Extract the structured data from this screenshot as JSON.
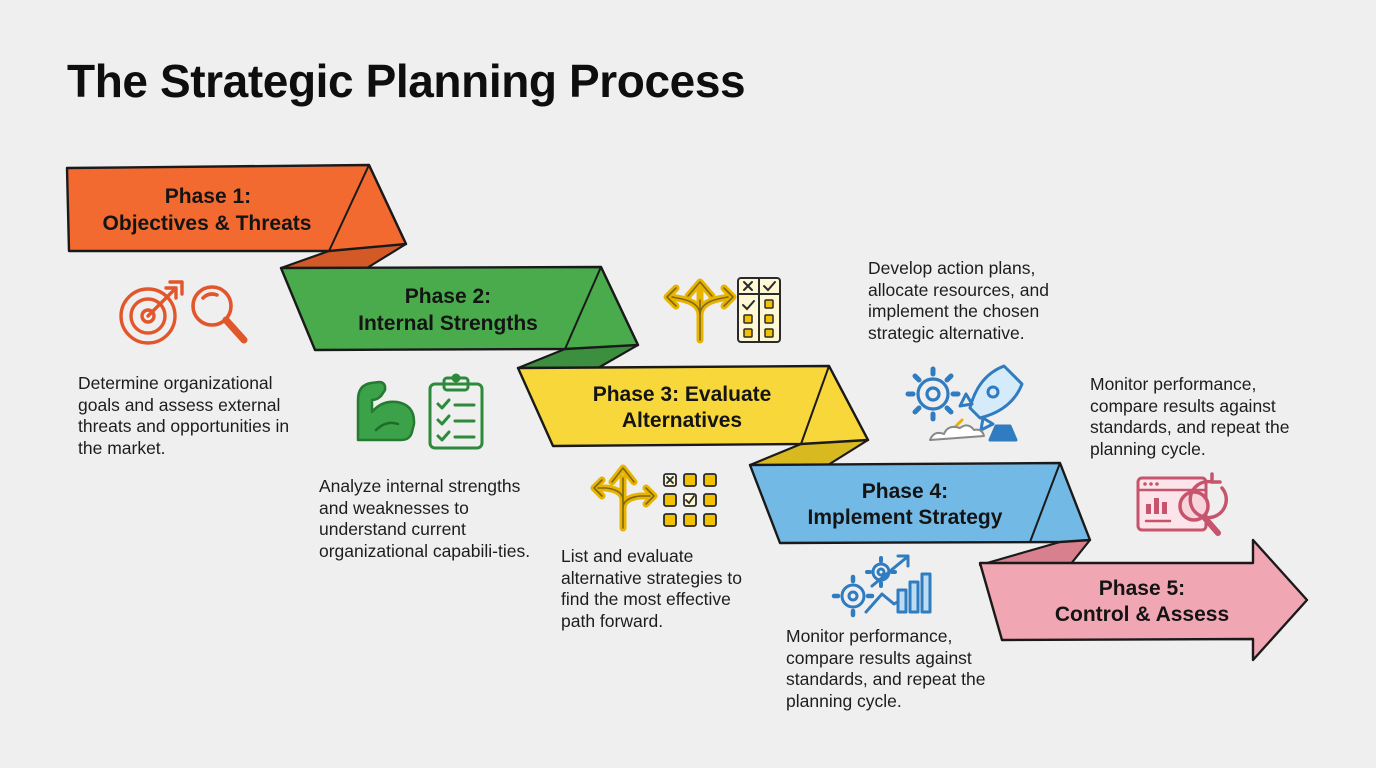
{
  "title": "The Strategic Planning Process",
  "phases": [
    {
      "line1": "Phase 1:",
      "line2": "Objectives & Threats",
      "color": "#f26a30",
      "description": "Determine organizational goals and assess external threats and opportunities in the market."
    },
    {
      "line1": "Phase 2:",
      "line2": "Internal Strengths",
      "color": "#49ab4c",
      "description": "Analyze internal strengths and weaknesses to understand current organizational capabili-ties."
    },
    {
      "line1": "Phase 3: Evaluate",
      "line2": "Alternatives",
      "color": "#f7d73a",
      "description": "List and evaluate alternative strategies to find the most effective path forward."
    },
    {
      "line1": "Phase 4:",
      "line2": "Implement Strategy",
      "color": "#72b9e6",
      "description": "Monitor performance, compare results against standards, and repeat the planning cycle."
    },
    {
      "line1": "Phase 5:",
      "line2": "Control & Assess",
      "color": "#f1a7b3"
    }
  ],
  "extra_notes": [
    "Develop action plans, allocate resources, and implement the chosen strategic alternative.",
    "Monitor performance, compare results against standards, and repeat the planning cycle."
  ],
  "icons": [
    "target-icon",
    "magnifier-icon",
    "muscle-arm-icon",
    "clipboard-checklist-icon",
    "split-arrows-icon",
    "decision-grid-icon",
    "gears-icon",
    "rocket-icon",
    "growth-chart-icon",
    "analytics-dashboard-icon"
  ]
}
